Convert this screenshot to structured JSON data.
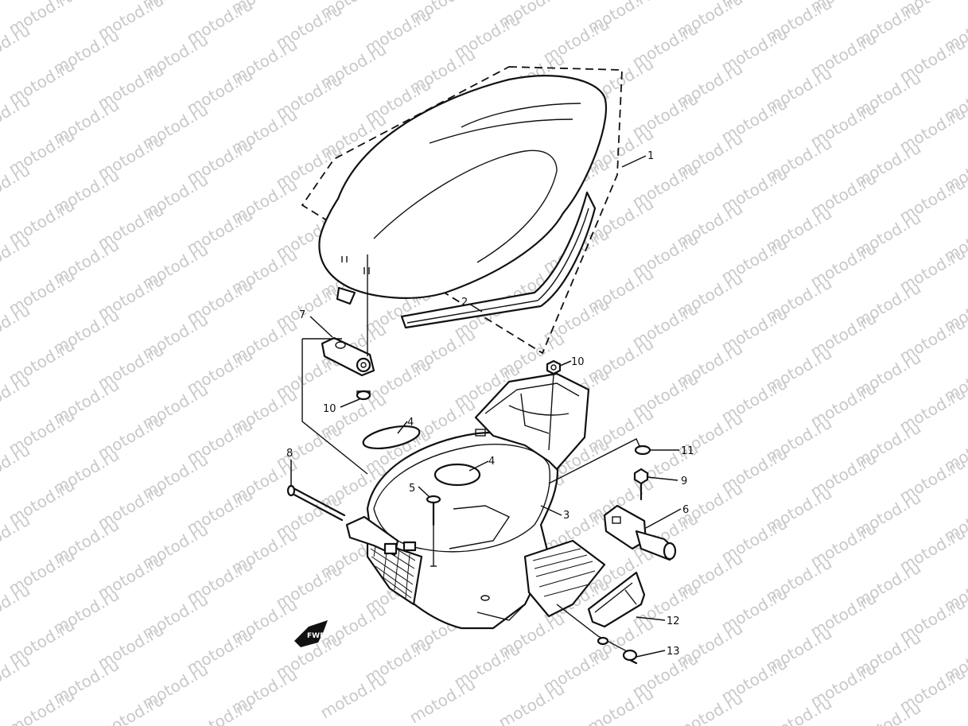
{
  "watermark": {
    "text": "motod.ru"
  },
  "callouts": [
    {
      "id": "c1",
      "label": "1"
    },
    {
      "id": "c2",
      "label": "2"
    },
    {
      "id": "c3",
      "label": "3"
    },
    {
      "id": "c4a",
      "label": "4"
    },
    {
      "id": "c4b",
      "label": "4"
    },
    {
      "id": "c5",
      "label": "5"
    },
    {
      "id": "c6",
      "label": "6"
    },
    {
      "id": "c7",
      "label": "7"
    },
    {
      "id": "c8",
      "label": "8"
    },
    {
      "id": "c9",
      "label": "9"
    },
    {
      "id": "c10a",
      "label": "10"
    },
    {
      "id": "c10b",
      "label": "10"
    },
    {
      "id": "c11",
      "label": "11"
    },
    {
      "id": "c12",
      "label": "12"
    },
    {
      "id": "c13",
      "label": "13"
    }
  ],
  "fwd_label": "FWD"
}
